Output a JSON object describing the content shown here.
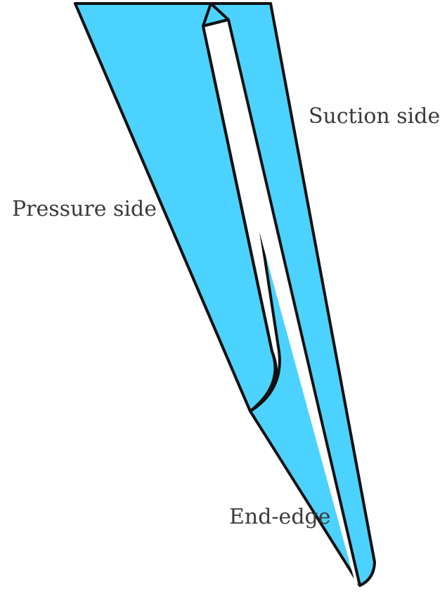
{
  "labels": {
    "suction_side": "Suction side",
    "pressure_side": "Pressure side",
    "end_edge": "End-edge"
  },
  "colors": {
    "fill": "#4cd2ff",
    "stroke": "#111111",
    "text": "#3a3a3a",
    "background": "#ffffff"
  }
}
